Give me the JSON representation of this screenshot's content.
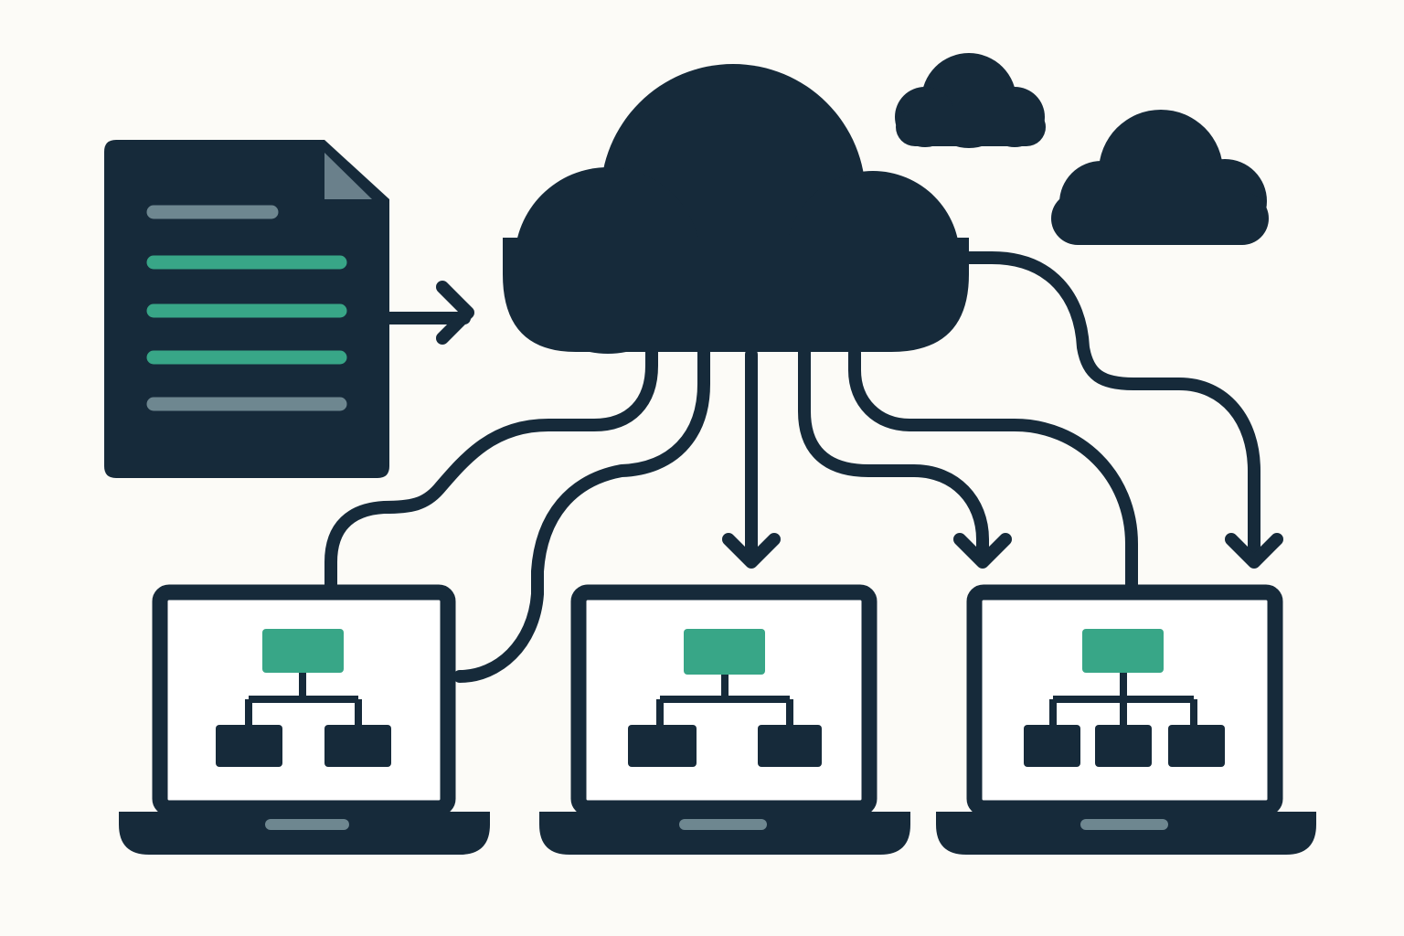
{
  "diagram": {
    "nodes": {
      "document": {
        "icon": "document-icon"
      },
      "main_cloud": {
        "icon": "cloud-icon"
      },
      "small_clouds": [
        {
          "icon": "cloud-icon"
        },
        {
          "icon": "cloud-icon"
        }
      ],
      "laptops": [
        {
          "icon": "laptop-icon",
          "tree_children": 2
        },
        {
          "icon": "laptop-icon",
          "tree_children": 2
        },
        {
          "icon": "laptop-icon",
          "tree_children": 3
        }
      ]
    },
    "document_lines": [
      "grey",
      "green",
      "green",
      "green",
      "grey"
    ],
    "connections": [
      {
        "from": "document",
        "to": "main_cloud",
        "arrow": true
      },
      {
        "from": "main_cloud",
        "to": "laptop-1",
        "arrow": false
      },
      {
        "from": "main_cloud",
        "to": "laptop-1",
        "arrow": false
      },
      {
        "from": "main_cloud",
        "to": "laptop-2",
        "arrow": true
      },
      {
        "from": "main_cloud",
        "to": "laptop-3",
        "arrow": true
      },
      {
        "from": "main_cloud",
        "to": "laptop-3",
        "arrow": false
      },
      {
        "from": "main_cloud",
        "to": "laptop-3",
        "arrow": true
      }
    ]
  },
  "colors": {
    "background": "#fcfbf7",
    "dark": "#162a3a",
    "green": "#38a687",
    "grey_line": "#6e8790",
    "page_fold": "#6a808b",
    "screen": "#ffffff"
  }
}
